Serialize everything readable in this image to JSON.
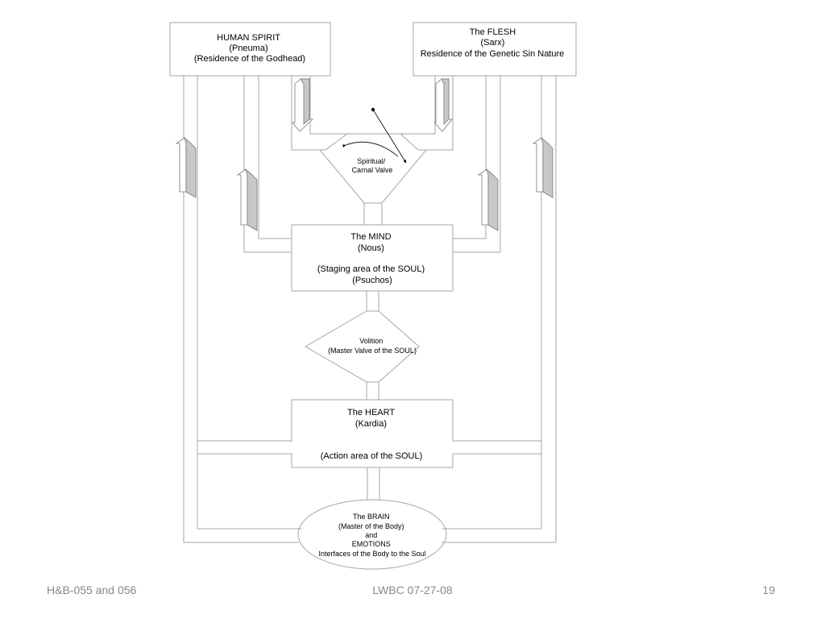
{
  "diagram": {
    "spirit": {
      "lines": [
        "HUMAN SPIRIT",
        "(Pneuma)",
        "(Residence of the Godhead)"
      ]
    },
    "flesh": {
      "lines": [
        "The FLESH",
        "(Sarx)",
        "Residence of the Genetic Sin Nature"
      ]
    },
    "valve": {
      "lines": [
        "Spiritual/",
        "Carnal Valve"
      ]
    },
    "mind": {
      "lines": [
        "The MIND",
        "(Nous)",
        "(Staging area of the SOUL)",
        "(Psuchos)"
      ]
    },
    "volition": {
      "lines": [
        "Volition",
        "(Master Valve of the SOUL)"
      ]
    },
    "heart": {
      "lines": [
        "The HEART",
        "(Kardia)",
        "(Action area of the SOUL)"
      ]
    },
    "brain": {
      "lines": [
        "The BRAIN",
        "(Master of the Body)",
        "and",
        "EMOTIONS",
        "Interfaces of the Body to the Soul"
      ]
    }
  },
  "footer": {
    "left": "H&B-055 and 056",
    "center": "LWBC 07-27-08",
    "right": "19"
  },
  "colors": {
    "line": "#a6a6a6",
    "arrow_shade": "#c8c8c8",
    "footer_text": "#888888"
  }
}
